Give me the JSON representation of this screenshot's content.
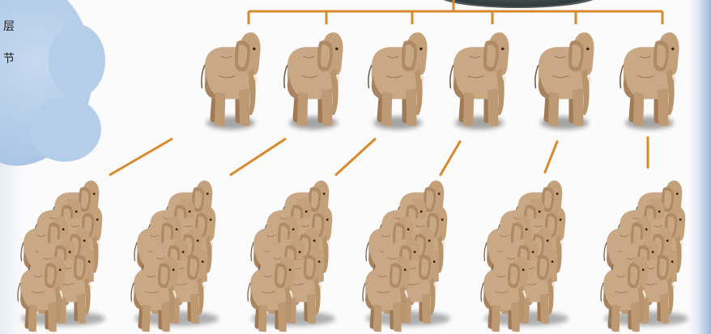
{
  "side_text": [
    "层",
    "节"
  ],
  "colors": {
    "line": "#d7892c",
    "elephant_body": "#c9a985",
    "elephant_shade": "#a47d58",
    "elephant_dark": "#6f4f33",
    "cloud": "#b5cde8"
  },
  "tree": {
    "leaders": 6,
    "herds": 6
  }
}
